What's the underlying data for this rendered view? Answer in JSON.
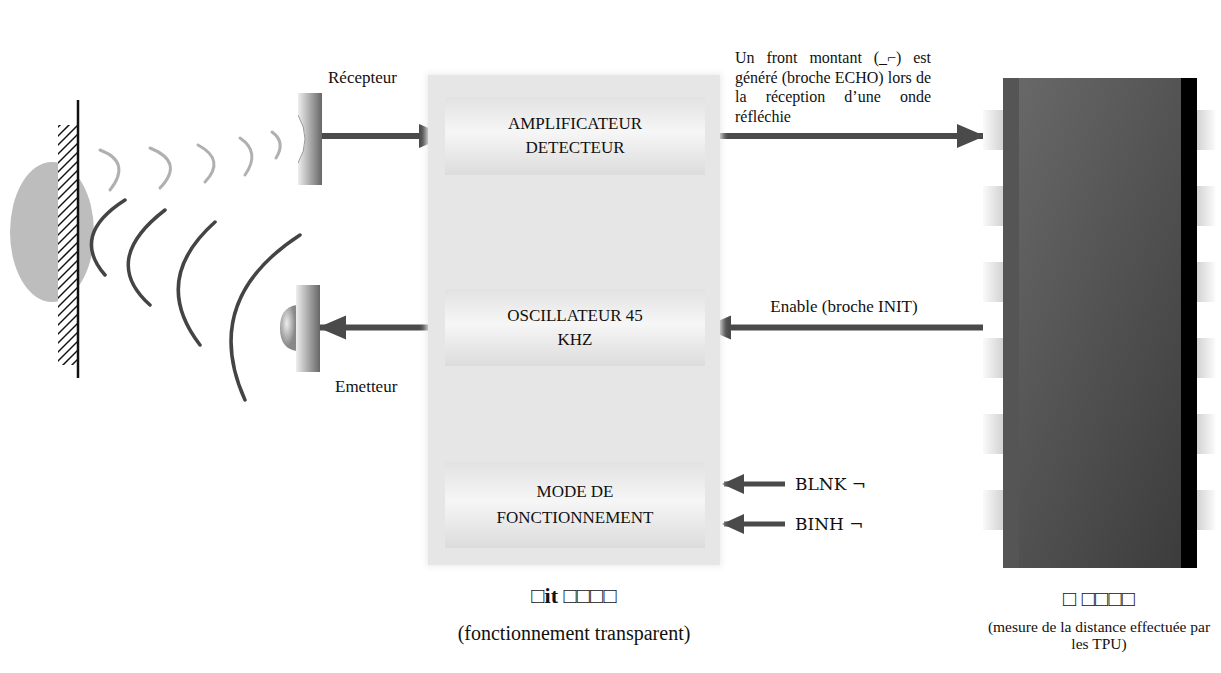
{
  "diagram": {
    "nodes": [
      {
        "text": [
          "Récepteur"
        ]
      },
      {
        "text": [
          "Emetteur"
        ]
      },
      {
        "text": [
          "□it □□□□",
          "(fonctionnement transparent)"
        ]
      },
      {
        "text": [
          "AMPLIFICATEUR DETECTEUR"
        ],
        "in": 2
      },
      {
        "text": [
          "OSCILLATEUR 45 KHZ"
        ],
        "in": 2
      },
      {
        "text": [
          "MODE DE FONCTIONNEMENT"
        ],
        "in": 2
      },
      {
        "text": [
          "□ □□□□",
          "(mesure de la distance effectuée par les TPU)"
        ]
      }
    ],
    "edges": [
      {
        "from": 0,
        "to": 3,
        "arrow": "to"
      },
      {
        "from": 3,
        "to": 6,
        "arrow": "to",
        "label": "Un front montant (_⌐) est généré (broche ECHO) lors de la réception d’une onde réfléchie"
      },
      {
        "from": 6,
        "to": 4,
        "arrow": "to",
        "label": "Enable (broche INIT)"
      },
      {
        "from": 4,
        "to": 1,
        "arrow": "to"
      }
    ],
    "labels": [
      "BLNK ¬",
      "BINH ¬"
    ]
  }
}
